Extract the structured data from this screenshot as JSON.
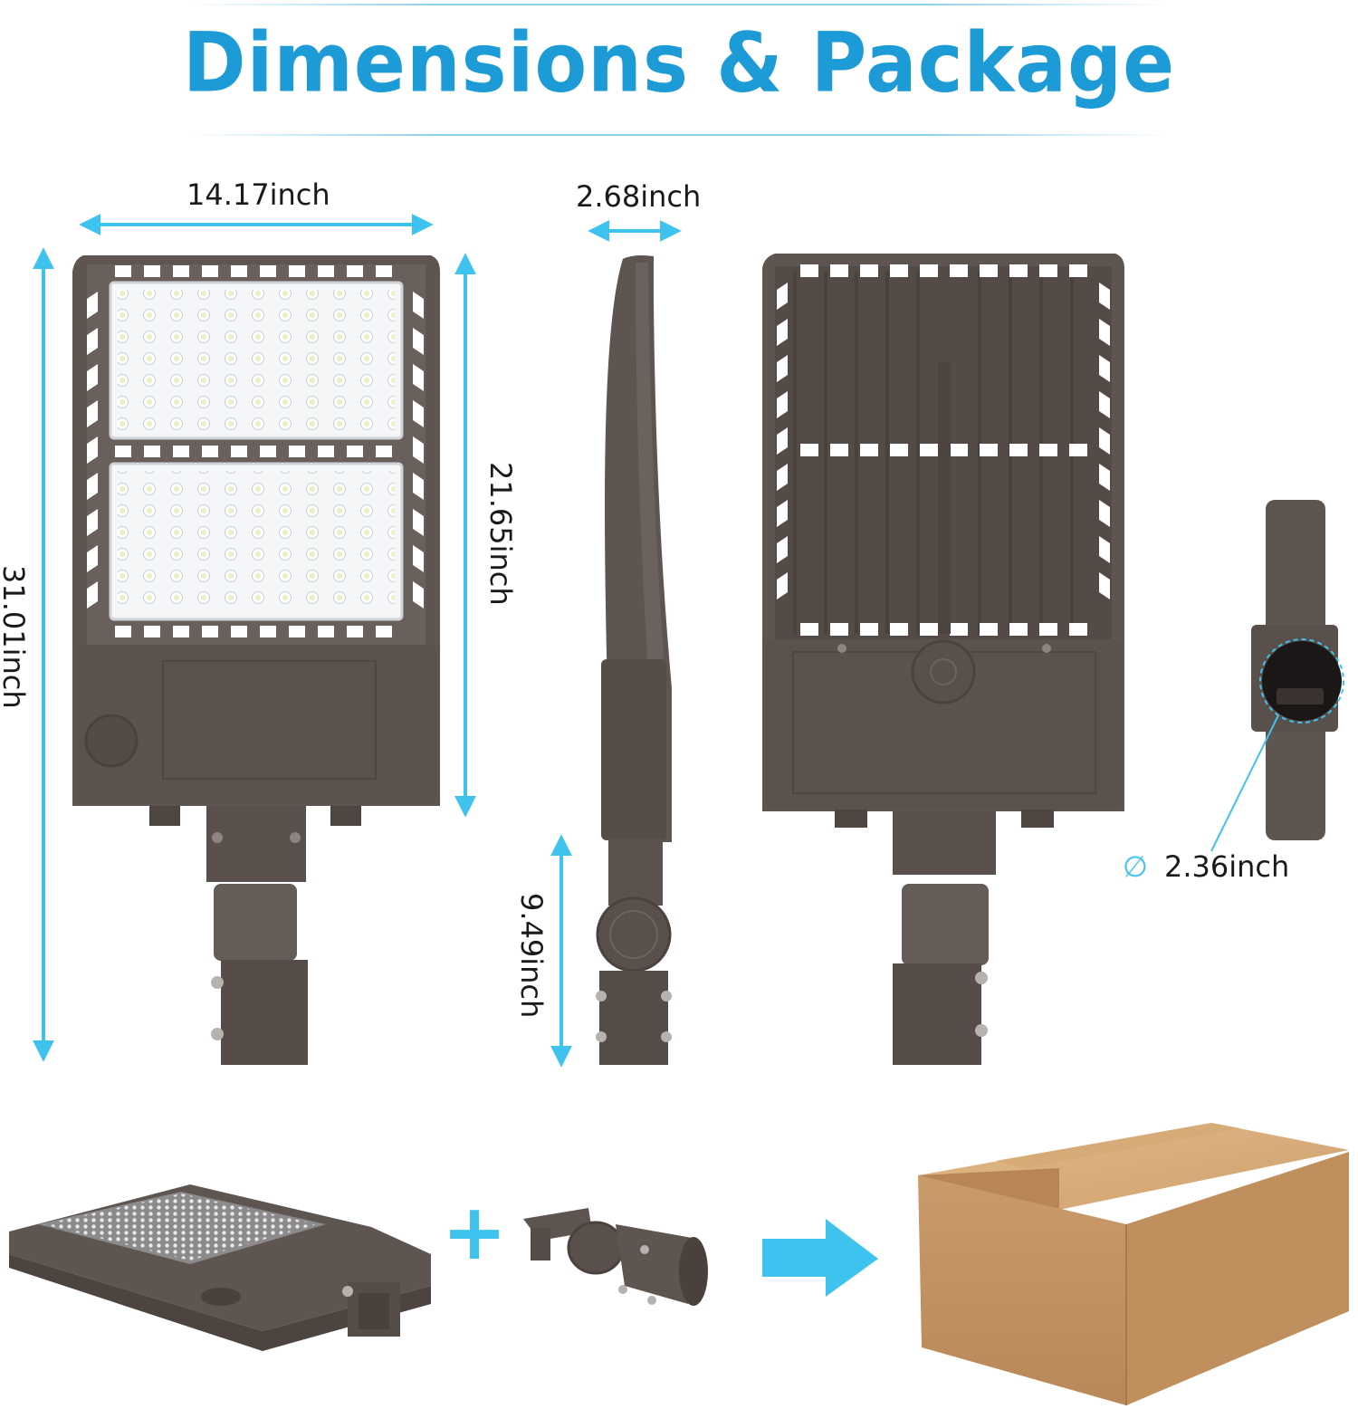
{
  "heading": {
    "title": "Dimensions & Package"
  },
  "dimensions": {
    "width": "14.17inch",
    "depth": "2.68inch",
    "total_height": "31.01inch",
    "fixture_height": "21.65inch",
    "bracket_height": "9.49inch",
    "slip_fitter": "2.36inch",
    "diameter_symbol": "∅"
  },
  "package": {
    "plus_symbol": "+"
  },
  "colors": {
    "accent_blue": "#1c9bd6",
    "arrow_blue": "#3ec3ef",
    "fixture_brown": "#5f5550",
    "box_cardboard": "#c99a6a"
  }
}
